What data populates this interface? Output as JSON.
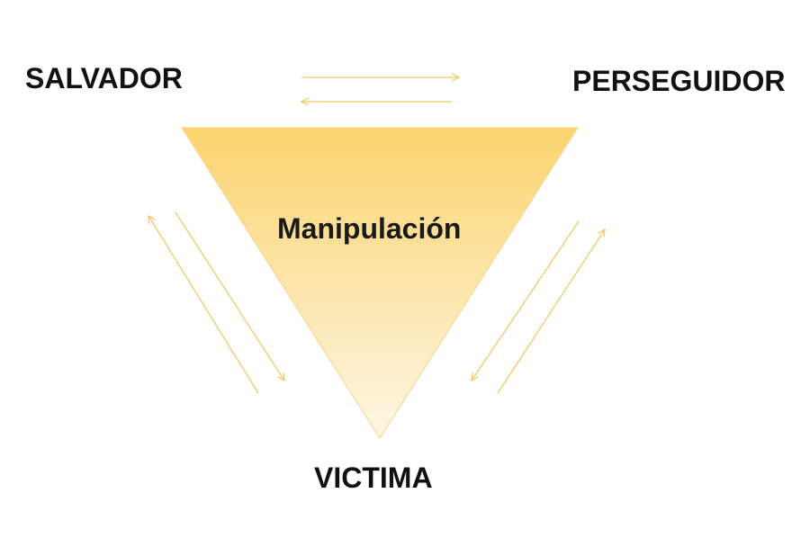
{
  "roles": {
    "top_left": "SALVADOR",
    "top_right": "PERSEGUIDOR",
    "bottom": "VICTIMA"
  },
  "center_label": "Manipulación",
  "colors": {
    "triangle_top": "#fbd46e",
    "triangle_bottom": "#fdf5e1",
    "arrow": "#f2c65d",
    "text": "#111111"
  }
}
